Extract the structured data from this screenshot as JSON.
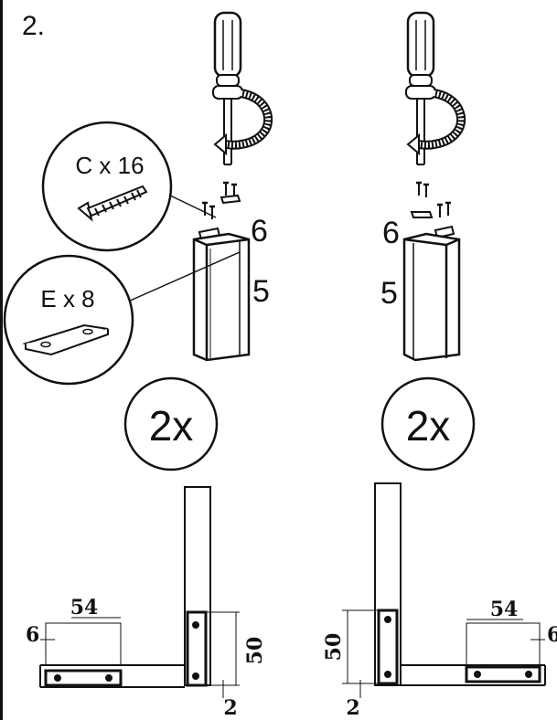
{
  "step": {
    "number": "2."
  },
  "parts": {
    "screw_callout": "C x 16",
    "bracket_callout": "E x 8",
    "rail_label": "6",
    "leg_label": "5"
  },
  "quantity": "2x",
  "dimensions": {
    "width_54": "54",
    "thickness_6": "6",
    "height_50": "50",
    "offset_2": "2"
  }
}
